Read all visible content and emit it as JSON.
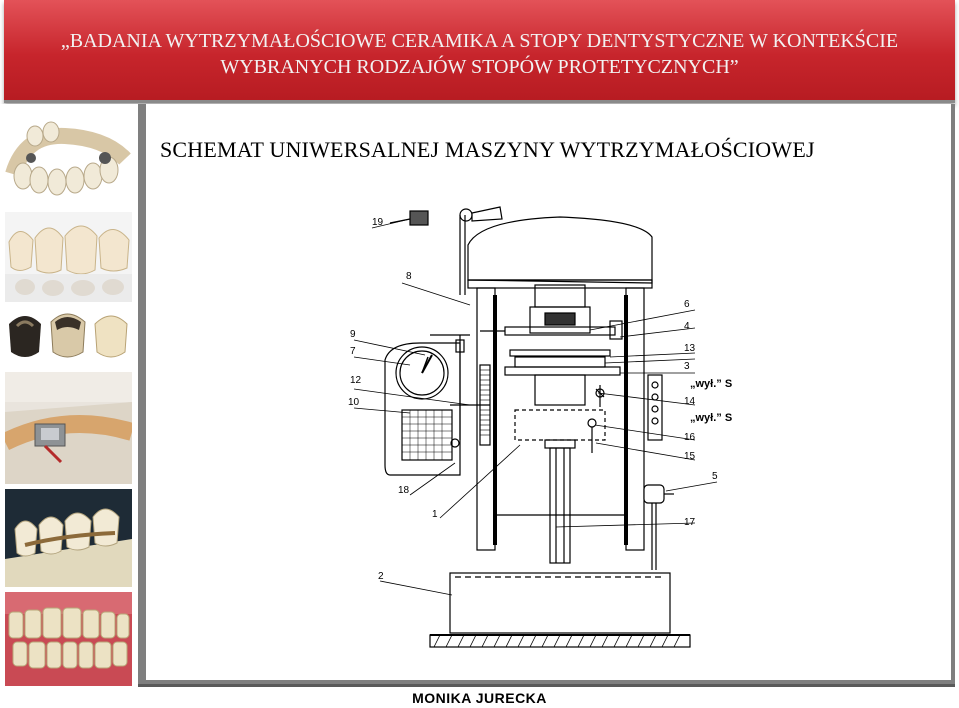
{
  "header": {
    "title_line1": "„BADANIA WYTRZYMAŁOŚCIOWE  CERAMIKA A STOPY DENTYSTYCZNE W KONTEKŚCIE",
    "title_line2": "WYBRANYCH RODZAJÓW STOPÓW PROTETYCZNYCH”"
  },
  "slide": {
    "title": "SCHEMAT UNIWERSALNEJ MASZYNY WYTRZYMAŁOŚCIOWEJ"
  },
  "diagram": {
    "labels": [
      "19",
      "8",
      "6",
      "4",
      "9",
      "13",
      "7",
      "3",
      "12",
      "„wył.” S",
      "10",
      "14",
      "„wył.” S",
      "16",
      "15",
      "5",
      "18",
      "1",
      "17",
      "2"
    ]
  },
  "footer": {
    "author": "MONIKA  JURECKA"
  },
  "colors": {
    "header_red": "#c7252c",
    "frame_gray": "#7f7f7f"
  }
}
